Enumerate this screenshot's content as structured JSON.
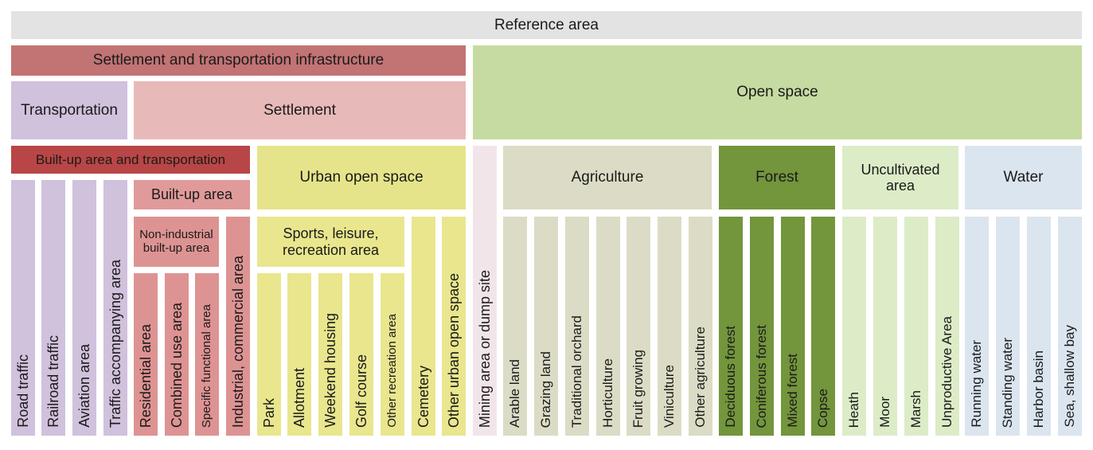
{
  "colors": {
    "reference": "#e3e3e3",
    "settlement_transport": "#c27373",
    "transportation": "#d0c1dc",
    "settlement": "#e8b9b9",
    "builtup_transport": "#b94646",
    "builtup": "#e09a9a",
    "builtup_leaf": "#de9393",
    "urban_open": "#e6e48a",
    "urban_open_leaf": "#e9e68e",
    "open_space": "#c6dba1",
    "mining": "#f2e5e9",
    "agriculture": "#dcdcc6",
    "forest": "#73953c",
    "uncultivated": "#dcecc7",
    "water": "#dbe5ef"
  },
  "nodes": [
    {
      "id": "reference-area",
      "label": "Reference area",
      "color": "reference"
    },
    {
      "id": "settlement-and-transportation-infrastructure",
      "label": "Settlement and transportation infrastructure",
      "color": "settlement_transport"
    },
    {
      "id": "open-space",
      "label": "Open space",
      "color": "open_space"
    },
    {
      "id": "transportation",
      "label": "Transportation",
      "color": "transportation"
    },
    {
      "id": "settlement",
      "label": "Settlement",
      "color": "settlement"
    },
    {
      "id": "built-up-area-and-transportation",
      "label": "Built-up area and transportation",
      "color": "builtup_transport",
      "text_color": "#1a1a1a"
    },
    {
      "id": "built-up-area",
      "label": "Built-up area",
      "color": "builtup"
    },
    {
      "id": "urban-open-space",
      "label": "Urban open space",
      "color": "urban_open"
    },
    {
      "id": "non-industrial-built-up-area",
      "label": "Non-industrial built-up area",
      "color": "builtup_leaf"
    },
    {
      "id": "sports-leisure-recreation-area",
      "label": "Sports, leisure, recreation area",
      "color": "urban_open_leaf"
    },
    {
      "id": "agriculture",
      "label": "Agriculture",
      "color": "agriculture"
    },
    {
      "id": "forest",
      "label": "Forest",
      "color": "forest"
    },
    {
      "id": "uncultivated-area",
      "label": "Uncultivated area",
      "color": "uncultivated"
    },
    {
      "id": "water",
      "label": "Water",
      "color": "water"
    },
    {
      "id": "road-traffic",
      "label": "Road traffic",
      "color": "transportation"
    },
    {
      "id": "railroad-traffic",
      "label": "Railroad traffic",
      "color": "transportation"
    },
    {
      "id": "aviation-area",
      "label": "Aviation area",
      "color": "transportation"
    },
    {
      "id": "traffic-accompanying-area",
      "label": "Traffic accompanying area",
      "color": "transportation"
    },
    {
      "id": "residential-area",
      "label": "Residential area",
      "color": "builtup_leaf"
    },
    {
      "id": "combined-use-area",
      "label": "Combined use area",
      "color": "builtup_leaf"
    },
    {
      "id": "specific-functional-area",
      "label": "Specific functional area",
      "color": "builtup_leaf"
    },
    {
      "id": "industrial-commercial-area",
      "label": "Industrial, commercial area",
      "color": "builtup_leaf"
    },
    {
      "id": "park",
      "label": "Park",
      "color": "urban_open_leaf"
    },
    {
      "id": "allotment",
      "label": "Allotment",
      "color": "urban_open_leaf"
    },
    {
      "id": "weekend-housing",
      "label": "Weekend housing",
      "color": "urban_open_leaf"
    },
    {
      "id": "golf-course",
      "label": "Golf course",
      "color": "urban_open_leaf"
    },
    {
      "id": "other-recreation-area",
      "label": "Other recreation area",
      "color": "urban_open_leaf"
    },
    {
      "id": "cemetery",
      "label": "Cemetery",
      "color": "urban_open_leaf"
    },
    {
      "id": "other-urban-open-space",
      "label": "Other urban open space",
      "color": "urban_open_leaf"
    },
    {
      "id": "mining-area-or-dump-site",
      "label": "Mining area or dump site",
      "color": "mining"
    },
    {
      "id": "arable-land",
      "label": "Arable land",
      "color": "agriculture"
    },
    {
      "id": "grazing-land",
      "label": "Grazing land",
      "color": "agriculture"
    },
    {
      "id": "traditional-orchard",
      "label": "Traditional orchard",
      "color": "agriculture"
    },
    {
      "id": "horticulture",
      "label": "Horticulture",
      "color": "agriculture"
    },
    {
      "id": "fruit-growing",
      "label": "Fruit growing",
      "color": "agriculture"
    },
    {
      "id": "viniculture",
      "label": "Viniculture",
      "color": "agriculture"
    },
    {
      "id": "other-agriculture",
      "label": "Other agriculture",
      "color": "agriculture"
    },
    {
      "id": "deciduous-forest",
      "label": "Deciduous forest",
      "color": "forest"
    },
    {
      "id": "coniferous-forest",
      "label": "Coniferous forest",
      "color": "forest"
    },
    {
      "id": "mixed-forest",
      "label": "Mixed forest",
      "color": "forest"
    },
    {
      "id": "copse",
      "label": "Copse",
      "color": "forest"
    },
    {
      "id": "heath",
      "label": "Heath",
      "color": "uncultivated"
    },
    {
      "id": "moor",
      "label": "Moor",
      "color": "uncultivated"
    },
    {
      "id": "marsh",
      "label": "Marsh",
      "color": "uncultivated"
    },
    {
      "id": "unproductive-area",
      "label": "Unproductive Area",
      "color": "uncultivated"
    },
    {
      "id": "running-water",
      "label": "Running water",
      "color": "water"
    },
    {
      "id": "standing-water",
      "label": "Standing water",
      "color": "water"
    },
    {
      "id": "harbor-basin",
      "label": "Harbor basin",
      "color": "water"
    },
    {
      "id": "sea-shallow-bay",
      "label": "Sea, shallow bay",
      "color": "water"
    }
  ]
}
